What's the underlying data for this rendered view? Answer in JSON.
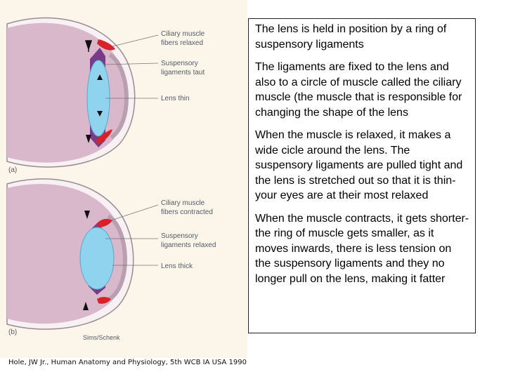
{
  "figure": {
    "panel_a": {
      "letter": "(a)",
      "labels": {
        "ciliary": [
          "Ciliary muscle",
          "fibers relaxed"
        ],
        "suspensory": [
          "Suspensory",
          "ligaments taut"
        ],
        "lens": [
          "Lens thin"
        ]
      }
    },
    "panel_b": {
      "letter": "(b)",
      "labels": {
        "ciliary": [
          "Ciliary muscle",
          "fibers contracted"
        ],
        "suspensory": [
          "Suspensory",
          "ligaments relaxed"
        ],
        "lens": [
          "Lens thick"
        ]
      },
      "credit": "Sims/Schenk"
    },
    "citation": "Hole, JW Jr., Human Anatomy and Physiology, 5th WCB IA USA 1990"
  },
  "text_box": {
    "paragraphs": [
      "The lens is held in position by a ring of suspensory ligaments",
      "The ligaments are fixed to the lens and also to a circle of muscle called the ciliary muscle (the muscle that is responsible for changing the shape of the lens",
      "When the muscle is relaxed, it makes a wide cicle around the lens. The suspensory ligaments are pulled tight and the lens is stretched out so that it is thin- your eyes are at their most relaxed",
      "When the muscle contracts, it gets shorter- the ring of muscle gets smaller, as it moves inwards, there is less tension on the suspensory ligaments and they no longer pull on the lens, making it fatter"
    ]
  },
  "colors": {
    "figure_bg": "#fbf6e9",
    "eyeball": "#d9b8cc",
    "sclera": "#f7f1f3",
    "lens": "#8fd3ee",
    "ciliary_muscle": "#d8222a",
    "ligaments": "#7a3a8a",
    "label_text": "#555a66"
  }
}
